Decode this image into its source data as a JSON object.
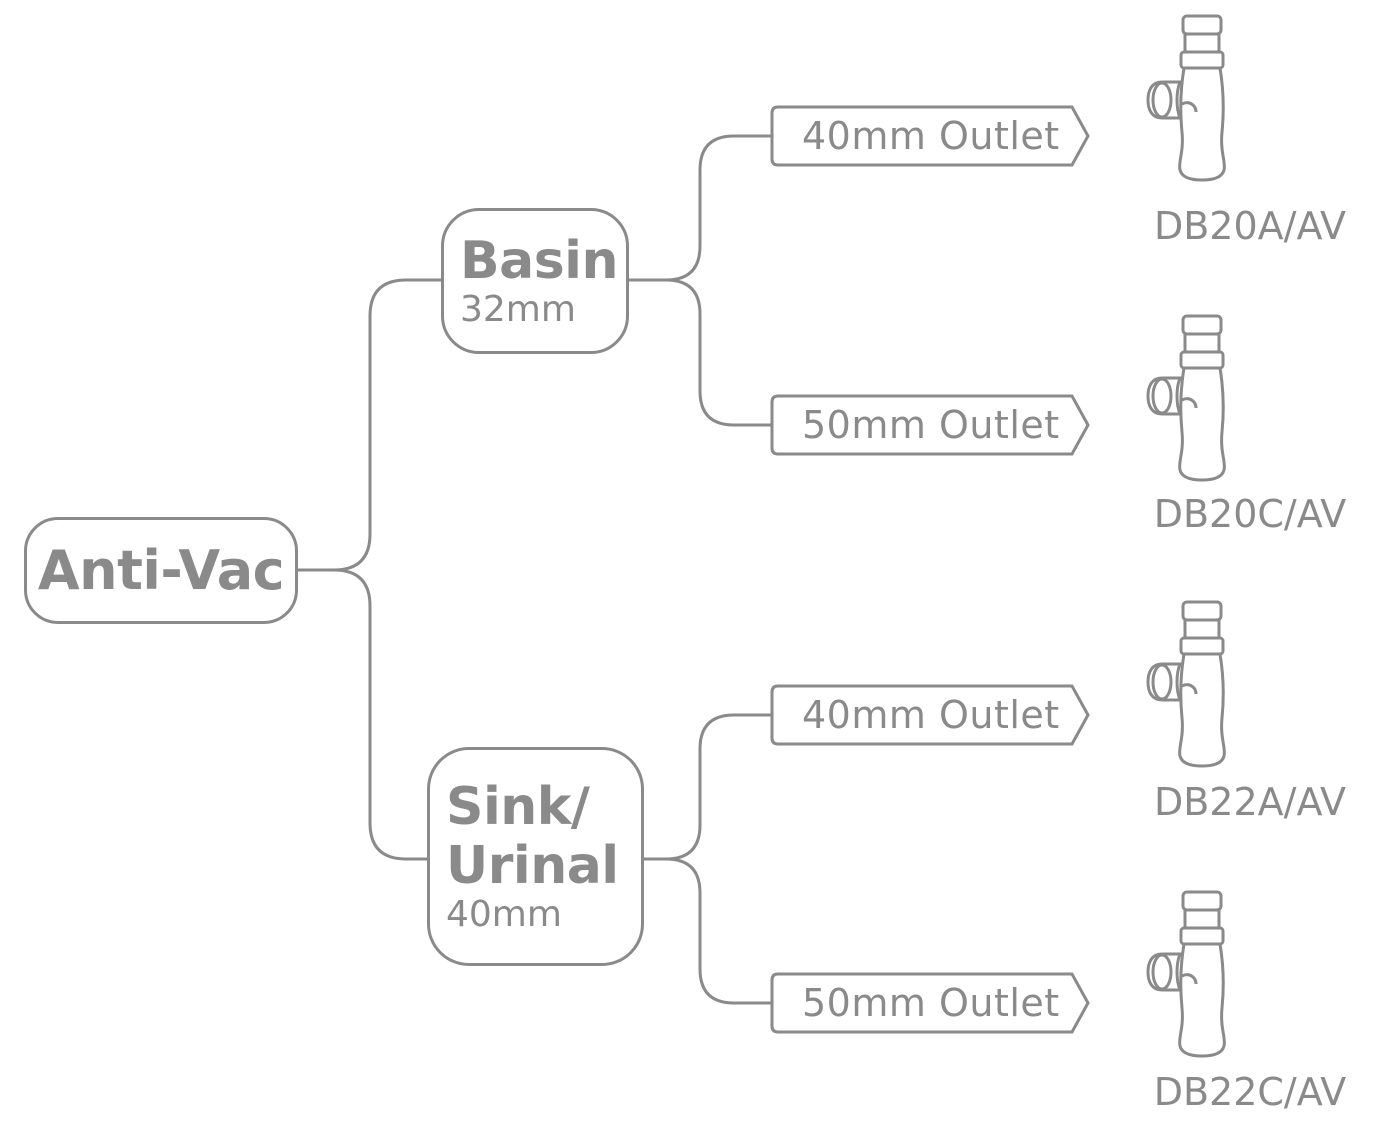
{
  "diagram": {
    "root": {
      "label": "Anti-Vac"
    },
    "categories": [
      {
        "title": "Basin",
        "size": "32mm",
        "outlets": [
          {
            "label": "40mm Outlet",
            "product": "DB20A/AV",
            "icon": "bottle-trap-icon"
          },
          {
            "label": "50mm Outlet",
            "product": "DB20C/AV",
            "icon": "bottle-trap-icon"
          }
        ]
      },
      {
        "title": "Sink/\nUrinal",
        "title_line1": "Sink/",
        "title_line2": "Urinal",
        "size": "40mm",
        "outlets": [
          {
            "label": "40mm Outlet",
            "product": "DB22A/AV",
            "icon": "bottle-trap-icon"
          },
          {
            "label": "50mm Outlet",
            "product": "DB22C/AV",
            "icon": "bottle-trap-icon"
          }
        ]
      }
    ],
    "colors": {
      "stroke": "#8a8a8a",
      "text": "#8a8a8a",
      "background": "#ffffff"
    }
  }
}
